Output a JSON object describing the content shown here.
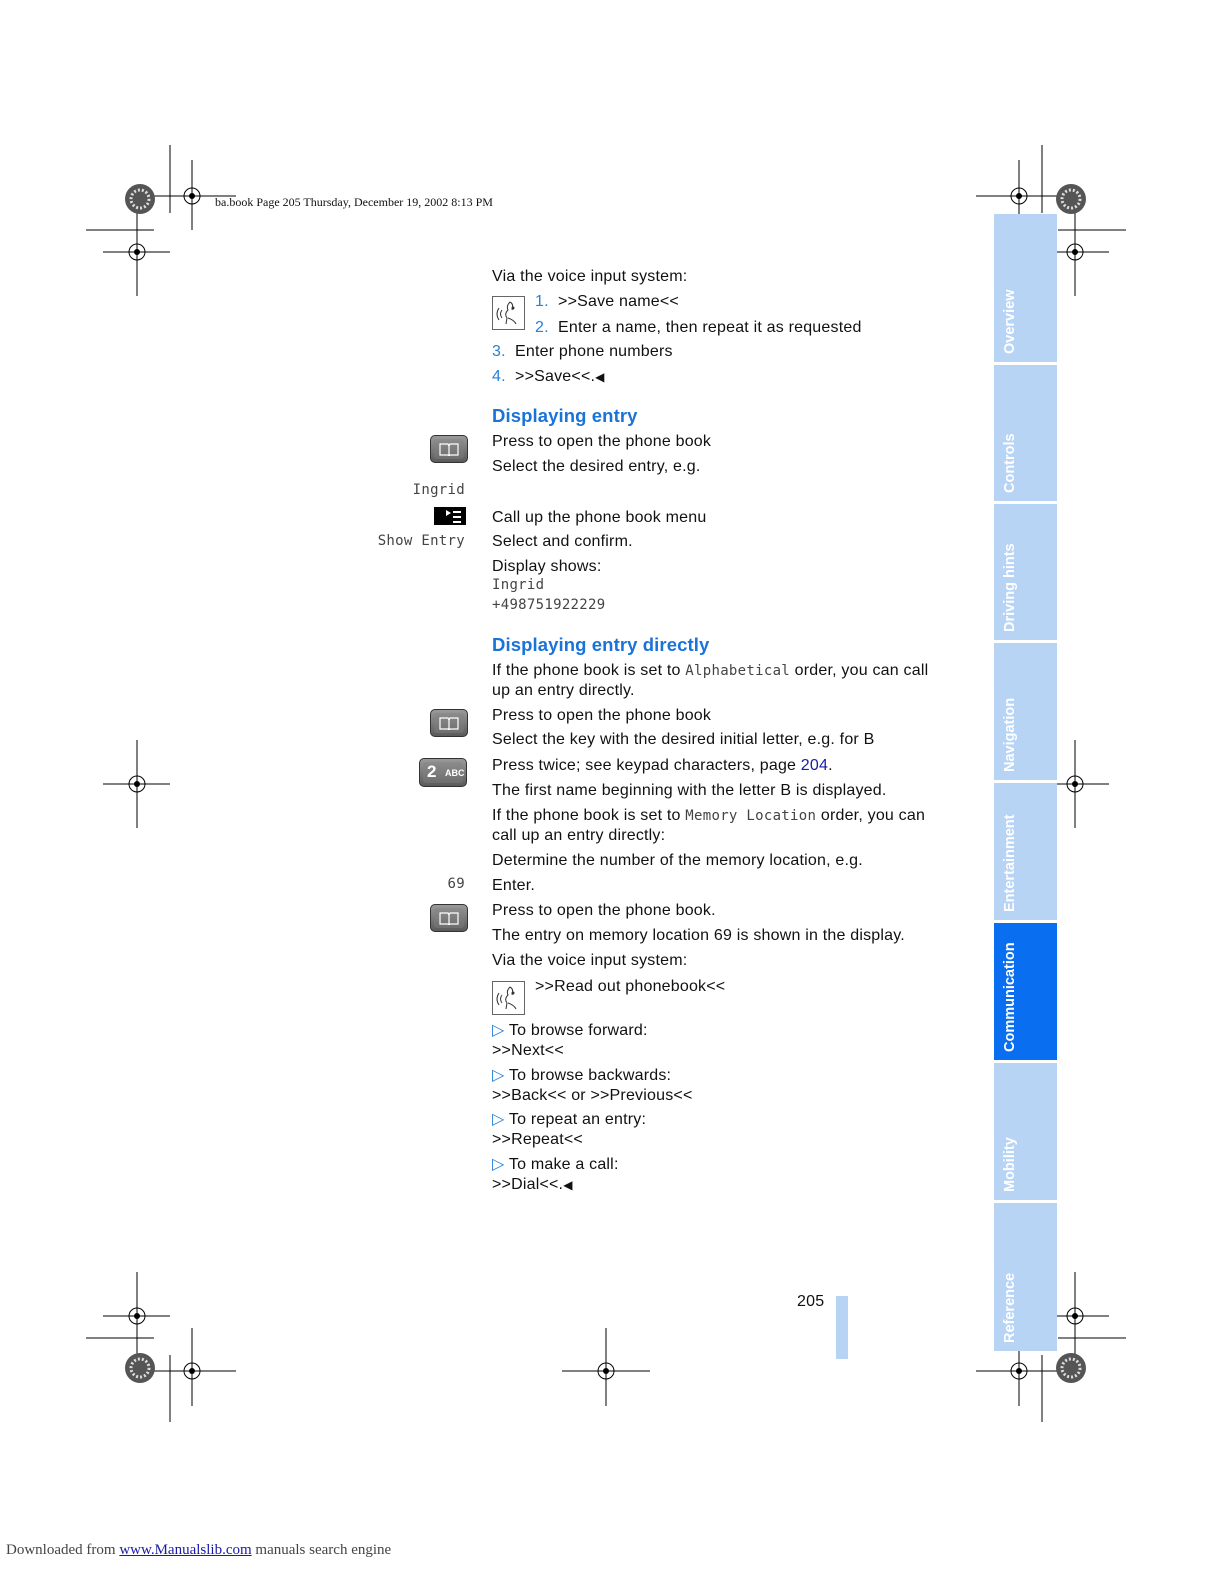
{
  "header": {
    "file_info": "ba.book  Page 205  Thursday, December 19, 2002  8:13 PM"
  },
  "tabs": [
    {
      "label": "Overview",
      "active": false
    },
    {
      "label": "Controls",
      "active": false
    },
    {
      "label": "Driving hints",
      "active": false
    },
    {
      "label": "Navigation",
      "active": false
    },
    {
      "label": "Entertainment",
      "active": false
    },
    {
      "label": "Communication",
      "active": true
    },
    {
      "label": "Mobility",
      "active": false
    },
    {
      "label": "Reference",
      "active": false
    }
  ],
  "voice_section": {
    "intro": "Via the voice input system:",
    "step1_num": "1.",
    "step1": ">>Save name<<",
    "step2_num": "2.",
    "step2": "Enter a name, then repeat it as requested",
    "step3_num": "3.",
    "step3": "Enter phone numbers",
    "step4_num": "4.",
    "step4": ">>Save<<."
  },
  "displaying_entry": {
    "heading": "Displaying entry",
    "press_open": "Press to open the phone book",
    "select_entry": "Select the desired entry, e.g.",
    "lcd_name": "Ingrid",
    "call_menu": "Call up the phone book menu",
    "lcd_show_entry": "Show Entry",
    "select_confirm": "Select and confirm.",
    "display_shows": "Display shows:",
    "display_name": "Ingrid",
    "display_number": "+498751922229"
  },
  "displaying_directly": {
    "heading": "Displaying entry directly",
    "p1_a": "If the phone book is set to ",
    "p1_lcd": "Alphabetical",
    "p1_b": " order, you can call",
    "p1_c": "up an entry directly.",
    "press_open": "Press to open the phone book",
    "select_key": "Select the key with the desired initial letter, e.g. for B",
    "key_num": "2",
    "key_letters": "ABC",
    "press_twice": "Press twice; see keypad characters, page ",
    "page_ref": "204",
    "period": ".",
    "first_name": "The first name beginning with the letter B is displayed.",
    "p2_a": "If the phone book is set to ",
    "p2_lcd": "Memory Location",
    "p2_b": " order, you can",
    "p2_c": "call up an entry directly:",
    "determine": "Determine the number of the memory location, e.g.",
    "lcd_69": "69",
    "enter": "Enter.",
    "press_open2": "Press to open the phone book.",
    "entry_shown": "The entry on memory location 69 is shown in the display.",
    "via_voice": "Via the voice input system:",
    "read_out": ">>Read out phonebook<<",
    "browse_fwd": "To browse forward:",
    "next": ">>Next<<",
    "browse_back": "To browse backwards:",
    "back_prev": ">>Back<< or >>Previous<<",
    "repeat_entry": "To repeat an entry:",
    "repeat": ">>Repeat<<",
    "make_call": "To make a call:",
    "dial": ">>Dial<<."
  },
  "page_number": "205",
  "footer": {
    "prefix": "Downloaded from ",
    "link": "www.Manualslib.com",
    "suffix": "  manuals search engine"
  },
  "colors": {
    "accent": "#1a73d9",
    "tab": "#b8d4f5",
    "tab_active": "#0a6ef0"
  }
}
